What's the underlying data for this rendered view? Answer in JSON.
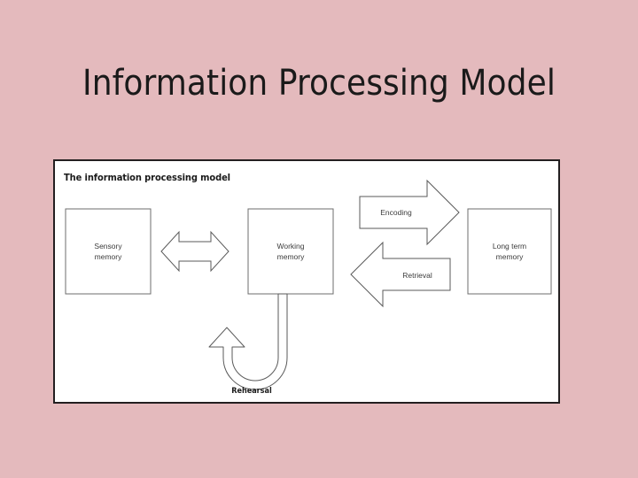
{
  "slide": {
    "title": "Information Processing Model",
    "background_color": "#e4babd"
  },
  "diagram": {
    "heading": "The information processing model",
    "frame_border_color": "#231f20",
    "frame_background": "#ffffff",
    "boxes": [
      {
        "id": "sensory-memory",
        "line1": "Sensory",
        "line2": "memory"
      },
      {
        "id": "working-memory",
        "line1": "Working",
        "line2": "memory"
      },
      {
        "id": "long-term-memory",
        "line1": "Long term",
        "line2": "memory"
      }
    ],
    "arrows": [
      {
        "id": "sensory-working-bidirectional",
        "label": "",
        "direction": "both"
      },
      {
        "id": "encoding-arrow",
        "label": "Encoding",
        "direction": "right"
      },
      {
        "id": "retrieval-arrow",
        "label": "Retrieval",
        "direction": "left"
      },
      {
        "id": "rehearsal-loop",
        "label": "Rehearsal",
        "direction": "loop"
      }
    ]
  }
}
